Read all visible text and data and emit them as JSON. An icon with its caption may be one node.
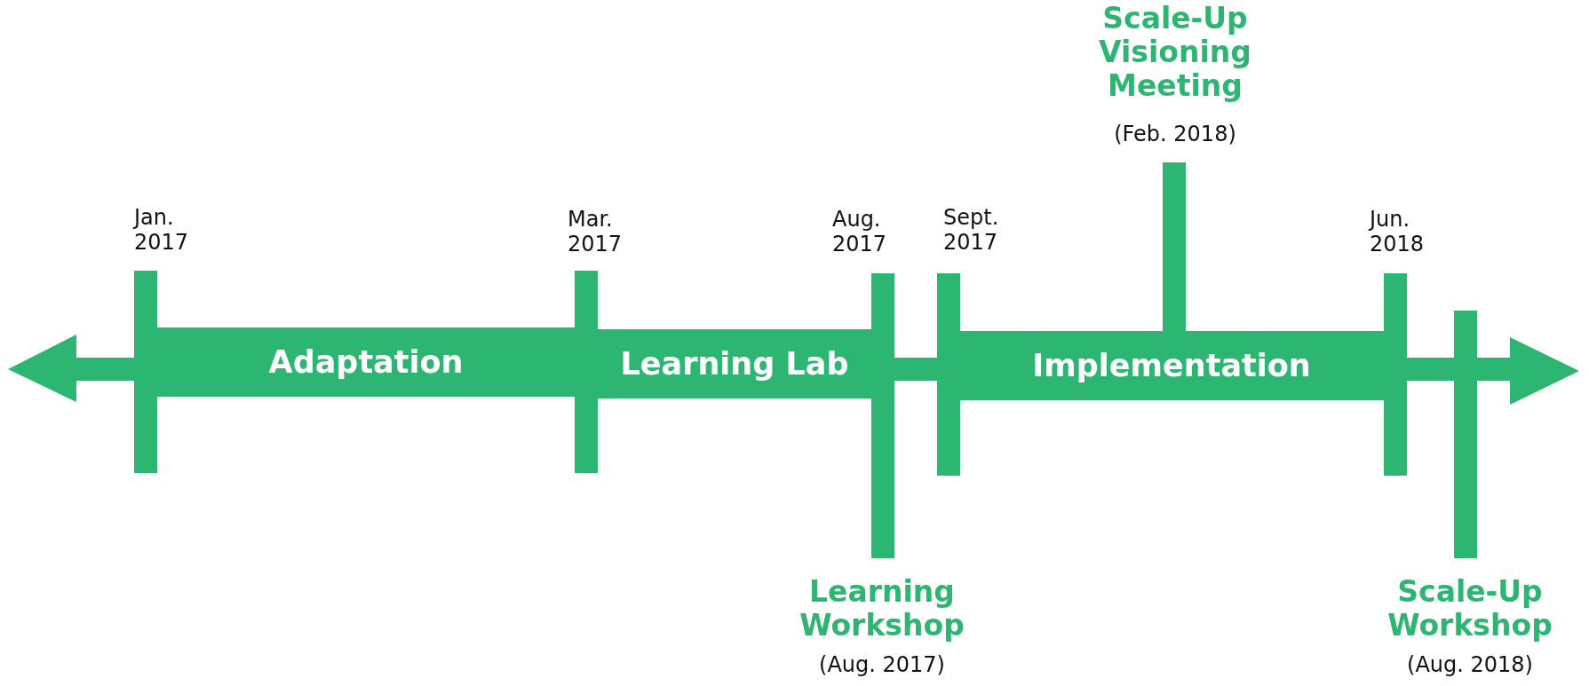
{
  "diagram": {
    "nodes": [
      {
        "text": [
          "Adaptation"
        ]
      },
      {
        "text": [
          "Learning Lab"
        ]
      },
      {
        "text": [
          "Implementation"
        ]
      }
    ],
    "labels": [
      "Scale-Up Visioning Meeting",
      "(Feb. 2018)",
      "Jan. 2017",
      "Mar. 2017",
      "Aug. 2017",
      "Sept. 2017",
      "Jun. 2018",
      "Learning Workshop",
      "(Aug. 2017)",
      "Scale-Up Workshop",
      "(Aug. 2018)"
    ]
  }
}
